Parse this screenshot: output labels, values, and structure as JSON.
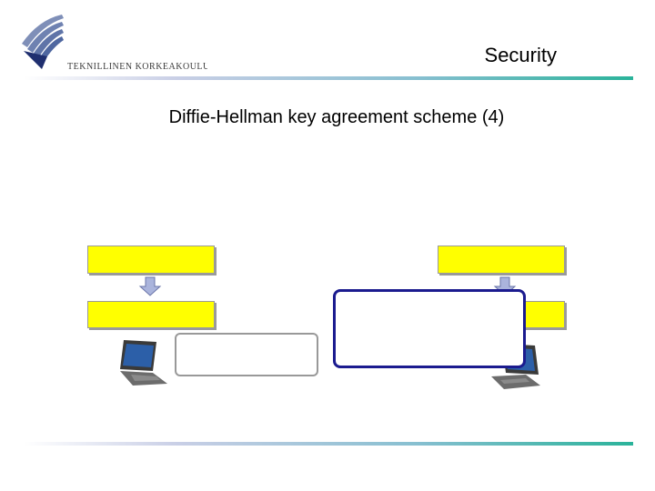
{
  "header": {
    "logo_text": "TEKNILLINEN KORKEAKOULU",
    "title": "Security"
  },
  "slide": {
    "title": "Diffie-Hellman key agreement scheme (4)"
  },
  "colors": {
    "box_fill": "#ffff00",
    "blue_border": "#1b1b8f",
    "rule_end": "#2ab39a"
  },
  "icons": [
    "down-arrow-icon",
    "laptop-icon"
  ]
}
